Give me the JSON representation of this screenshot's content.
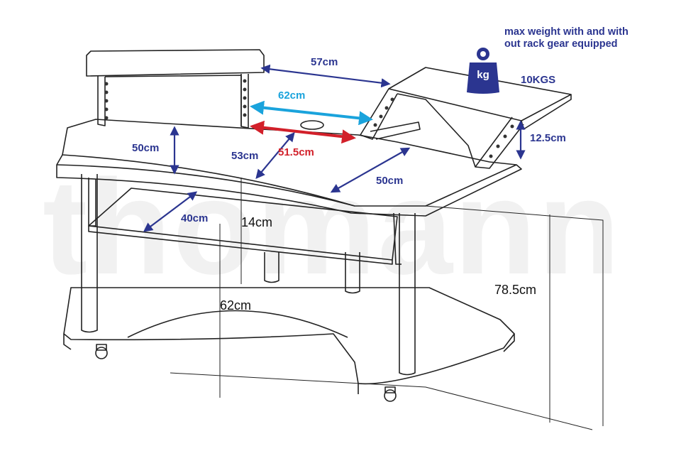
{
  "watermark": "thomann",
  "weight_note": {
    "text": "max weight with and with out rack gear equipped",
    "icon_label": "kg",
    "value": "10KGS"
  },
  "dimensions": {
    "top_shelf_width": "57cm",
    "inner_width_cyan": "62cm",
    "inner_width_red": "51.5cm",
    "left_height": "50cm",
    "shelf_depth": "53cm",
    "right_depth": "50cm",
    "rack_height": "12.5cm",
    "keyboard_tray_depth": "40cm",
    "tray_gap": "14cm",
    "leg_height": "62cm",
    "total_height": "78.5cm"
  },
  "colors": {
    "navy": "#2b3590",
    "cyan": "#1aa3dc",
    "red": "#d2202a",
    "line": "#222222"
  }
}
